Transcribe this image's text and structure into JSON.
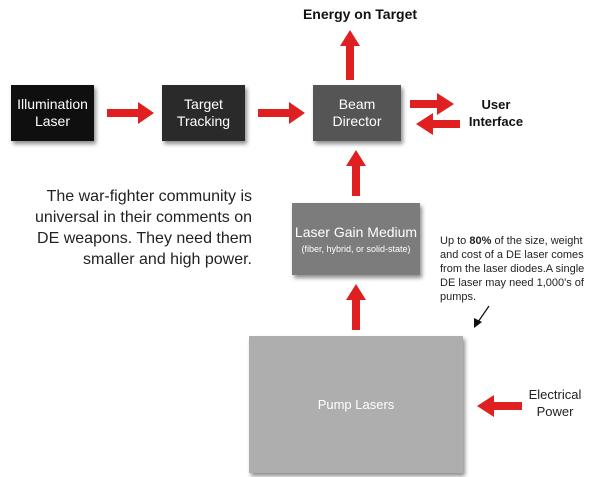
{
  "title": "Energy on Target",
  "boxes": {
    "illumination_laser": "Illumination Laser",
    "target_tracking": "Target Tracking",
    "beam_director": "Beam Director",
    "laser_gain_medium": "Laser Gain Medium",
    "laser_gain_medium_sub": "(fiber, hybrid, or solid-state)",
    "pump_lasers": "Pump Lasers"
  },
  "user_interface": "User Interface",
  "electrical_power": "Electrical Power",
  "warfighter_text": "The war-fighter community is universal in their comments on DE weapons. They need them smaller and high power.",
  "note": {
    "prefix": "Up to ",
    "highlight": "80%",
    "suffix": " of the size, weight and cost of a DE laser comes from the laser diodes.A single DE laser may need 1,000's of pumps."
  },
  "colors": {
    "arrow": "#e02020",
    "illumination_box": "#0f0f0f",
    "tracking_box": "#2a2a2a",
    "beam_box": "#555555",
    "gain_box": "#7c7c7c",
    "pump_box": "#aeaeae"
  }
}
